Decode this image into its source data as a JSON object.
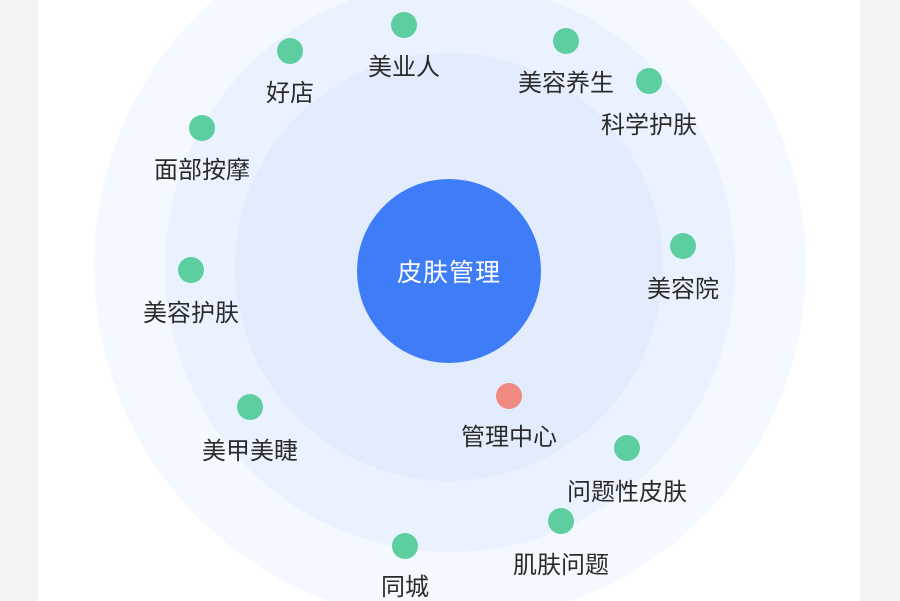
{
  "center": {
    "label": "皮肤管理"
  },
  "colors": {
    "center": "#3f7cf7",
    "node": "#5dcea0",
    "node_highlight": "#ef8a82"
  },
  "nodes": [
    {
      "label": "美业人"
    },
    {
      "label": "好店"
    },
    {
      "label": "美容养生"
    },
    {
      "label": "科学护肤"
    },
    {
      "label": "面部按摩"
    },
    {
      "label": "美容院"
    },
    {
      "label": "美容护肤"
    },
    {
      "label": "管理中心",
      "highlight": true
    },
    {
      "label": "美甲美睫"
    },
    {
      "label": "问题性皮肤"
    },
    {
      "label": "肌肤问题"
    },
    {
      "label": "同城"
    }
  ]
}
